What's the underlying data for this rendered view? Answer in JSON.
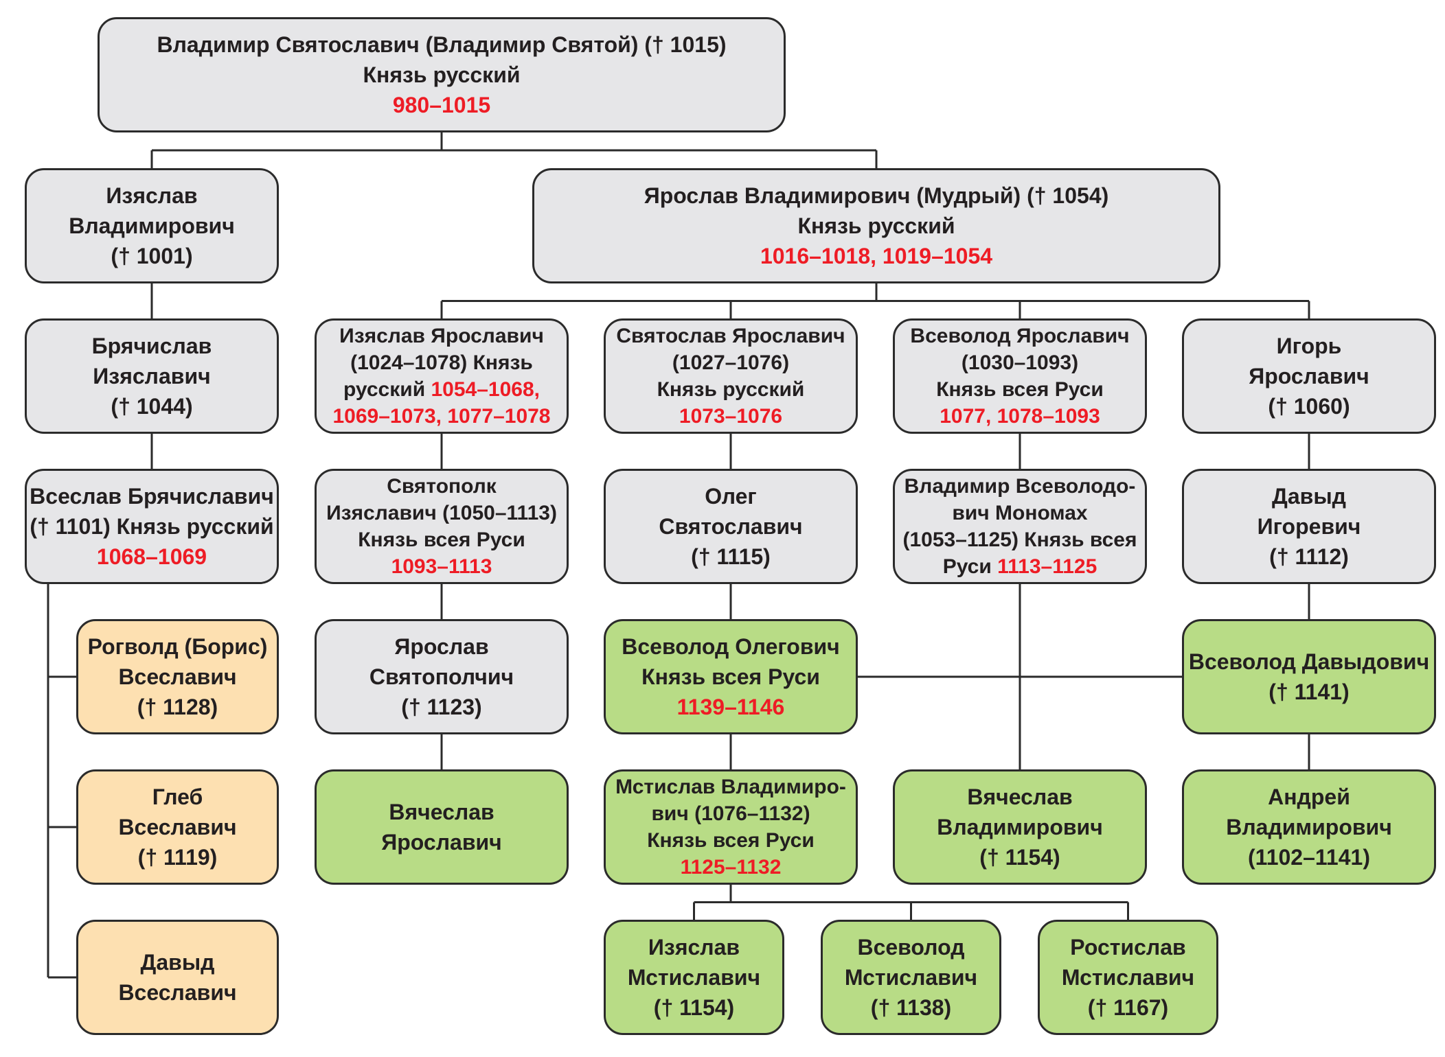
{
  "colors": {
    "gray_box": "#e6e6e8",
    "green_box": "#b8dc86",
    "orange_box": "#fde0b1",
    "border": "#2b2b2b",
    "dates_text": "#ee1c25",
    "text": "#231f20"
  },
  "nodes": [
    {
      "id": "vladimir-svyatoslavich",
      "color": "gray",
      "lines": [
        {
          "text": "Владимир Святославич (Владимир Святой) († 1015)"
        },
        {
          "text": "Князь русский"
        },
        {
          "text": "980–1015",
          "red": true
        }
      ]
    },
    {
      "id": "izyaslav-vladimirovich",
      "color": "gray",
      "lines": [
        {
          "text": "Изяслав"
        },
        {
          "text": "Владимирович"
        },
        {
          "text": "(† 1001)"
        }
      ]
    },
    {
      "id": "yaroslav-vladimirovich",
      "color": "gray",
      "lines": [
        {
          "text": "Ярослав Владимирович (Мудрый) († 1054)"
        },
        {
          "text": "Князь русский"
        },
        {
          "text": "1016–1018, 1019–1054",
          "red": true
        }
      ]
    },
    {
      "id": "bryachislav-izyaslavich",
      "color": "gray",
      "lines": [
        {
          "text": "Брячислав"
        },
        {
          "text": "Изяславич"
        },
        {
          "text": "(† 1044)"
        }
      ]
    },
    {
      "id": "izyaslav-yaroslavich",
      "color": "gray",
      "lines": [
        {
          "text": "Изяслав Ярославич"
        },
        {
          "text": "(1024–1078) Князь"
        },
        {
          "parts": [
            {
              "text": "русский "
            },
            {
              "text": "1054–1068,",
              "red": true
            }
          ]
        },
        {
          "text": "1069–1073, 1077–1078",
          "red": true
        }
      ]
    },
    {
      "id": "svyatoslav-yaroslavich",
      "color": "gray",
      "lines": [
        {
          "text": "Святослав Ярославич"
        },
        {
          "text": "(1027–1076)"
        },
        {
          "text": "Князь русский"
        },
        {
          "text": "1073–1076",
          "red": true
        }
      ]
    },
    {
      "id": "vsevolod-yaroslavich",
      "color": "gray",
      "lines": [
        {
          "text": "Всеволод Ярославич"
        },
        {
          "text": "(1030–1093)"
        },
        {
          "text": "Князь всея Руси"
        },
        {
          "text": "1077, 1078–1093",
          "red": true
        }
      ]
    },
    {
      "id": "igor-yaroslavich",
      "color": "gray",
      "lines": [
        {
          "text": "Игорь"
        },
        {
          "text": "Ярославич"
        },
        {
          "text": "(† 1060)"
        }
      ]
    },
    {
      "id": "vseslav-bryachislavich",
      "color": "gray",
      "lines": [
        {
          "text": "Всеслав Брячиславич"
        },
        {
          "text": "(† 1101) Князь русский"
        },
        {
          "text": "1068–1069",
          "red": true
        }
      ]
    },
    {
      "id": "svyatopolk-izyaslavich",
      "color": "gray",
      "lines": [
        {
          "text": "Святополк"
        },
        {
          "text": "Изяславич (1050–1113)"
        },
        {
          "text": "Князь всея Руси"
        },
        {
          "text": "1093–1113",
          "red": true
        }
      ]
    },
    {
      "id": "oleg-svyatoslavich",
      "color": "gray",
      "lines": [
        {
          "text": "Олег"
        },
        {
          "text": "Святославич"
        },
        {
          "text": "(† 1115)"
        }
      ]
    },
    {
      "id": "vladimir-monomakh",
      "color": "gray",
      "lines": [
        {
          "text": "Владимир Всеволодо-"
        },
        {
          "text": "вич Мономах"
        },
        {
          "text": "(1053–1125) Князь всея"
        },
        {
          "parts": [
            {
              "text": "Руси "
            },
            {
              "text": "1113–1125",
              "red": true
            }
          ]
        }
      ]
    },
    {
      "id": "david-igorevich",
      "color": "gray",
      "lines": [
        {
          "text": "Давыд"
        },
        {
          "text": "Игоревич"
        },
        {
          "text": "(† 1112)"
        }
      ]
    },
    {
      "id": "rogvold-vseslavich",
      "color": "orange",
      "lines": [
        {
          "text": "Рогволд (Борис)"
        },
        {
          "text": "Всеславич"
        },
        {
          "text": "(† 1128)"
        }
      ]
    },
    {
      "id": "yaroslav-svyatopolchich",
      "color": "gray",
      "lines": [
        {
          "text": "Ярослав"
        },
        {
          "text": "Святополчич"
        },
        {
          "text": "(† 1123)"
        }
      ]
    },
    {
      "id": "vsevolod-olegovich",
      "color": "green",
      "lines": [
        {
          "text": "Всеволод Олегович"
        },
        {
          "text": "Князь всея Руси"
        },
        {
          "text": "1139–1146",
          "red": true
        }
      ]
    },
    {
      "id": "vsevolod-davydovich",
      "color": "green",
      "lines": [
        {
          "text": "Всеволод Давыдович"
        },
        {
          "text": "(† 1141)"
        }
      ]
    },
    {
      "id": "gleb-vseslavich",
      "color": "orange",
      "lines": [
        {
          "text": "Глеб"
        },
        {
          "text": "Всеславич"
        },
        {
          "text": "(† 1119)"
        }
      ]
    },
    {
      "id": "vyacheslav-yaroslavich",
      "color": "green",
      "lines": [
        {
          "text": "Вячеслав"
        },
        {
          "text": "Ярославич"
        }
      ]
    },
    {
      "id": "mstislav-vladimirovich",
      "color": "green",
      "lines": [
        {
          "text": "Мстислав  Владимиро-"
        },
        {
          "text": "вич (1076–1132)"
        },
        {
          "text": "Князь всея Руси"
        },
        {
          "text": "1125–1132",
          "red": true
        }
      ]
    },
    {
      "id": "vyacheslav-vladimirovich",
      "color": "green",
      "lines": [
        {
          "text": "Вячеслав"
        },
        {
          "text": "Владимирович"
        },
        {
          "text": "(† 1154)"
        }
      ]
    },
    {
      "id": "andrey-vladimirovich",
      "color": "green",
      "lines": [
        {
          "text": "Андрей"
        },
        {
          "text": "Владимирович"
        },
        {
          "text": "(1102–1141)"
        }
      ]
    },
    {
      "id": "david-vseslavich",
      "color": "orange",
      "lines": [
        {
          "text": "Давыд"
        },
        {
          "text": "Всеславич"
        }
      ]
    },
    {
      "id": "izyaslav-mstislavich",
      "color": "green",
      "lines": [
        {
          "text": "Изяслав"
        },
        {
          "text": "Мстиславич"
        },
        {
          "text": "(† 1154)"
        }
      ]
    },
    {
      "id": "vsevolod-mstislavich",
      "color": "green",
      "lines": [
        {
          "text": "Всеволод"
        },
        {
          "text": "Мстиславич"
        },
        {
          "text": "(† 1138)"
        }
      ]
    },
    {
      "id": "rostislav-mstislavich",
      "color": "green",
      "lines": [
        {
          "text": "Ростислав"
        },
        {
          "text": "Мстиславич"
        },
        {
          "text": "(† 1167)"
        }
      ]
    }
  ],
  "edges": [
    {
      "parent": "vladimir-svyatoslavich",
      "children": [
        "izyaslav-vladimirovich",
        "yaroslav-vladimirovich"
      ]
    },
    {
      "parent": "izyaslav-vladimirovich",
      "children": [
        "bryachislav-izyaslavich"
      ]
    },
    {
      "parent": "bryachislav-izyaslavich",
      "children": [
        "vseslav-bryachislavich"
      ]
    },
    {
      "parent": "vseslav-bryachislavich",
      "children": [
        "rogvold-vseslavich",
        "gleb-vseslavich",
        "david-vseslavich"
      ]
    },
    {
      "parent": "yaroslav-vladimirovich",
      "children": [
        "izyaslav-yaroslavich",
        "svyatoslav-yaroslavich",
        "vsevolod-yaroslavich",
        "igor-yaroslavich"
      ]
    },
    {
      "parent": "izyaslav-yaroslavich",
      "children": [
        "svyatopolk-izyaslavich"
      ]
    },
    {
      "parent": "svyatopolk-izyaslavich",
      "children": [
        "yaroslav-svyatopolchich"
      ]
    },
    {
      "parent": "yaroslav-svyatopolchich",
      "children": [
        "vyacheslav-yaroslavich"
      ]
    },
    {
      "parent": "svyatoslav-yaroslavich",
      "children": [
        "oleg-svyatoslavich"
      ]
    },
    {
      "parent": "oleg-svyatoslavich",
      "children": [
        "vsevolod-olegovich"
      ]
    },
    {
      "parent": "vsevolod-yaroslavich",
      "children": [
        "vladimir-monomakh"
      ]
    },
    {
      "parent": "vladimir-monomakh",
      "children": [
        "mstislav-vladimirovich",
        "vyacheslav-vladimirovich",
        "andrey-vladimirovich"
      ]
    },
    {
      "parent": "mstislav-vladimirovich",
      "children": [
        "izyaslav-mstislavich",
        "vsevolod-mstislavich",
        "rostislav-mstislavich"
      ]
    },
    {
      "parent": "igor-yaroslavich",
      "children": [
        "david-igorevich"
      ]
    },
    {
      "parent": "david-igorevich",
      "children": [
        "vsevolod-davydovich"
      ]
    }
  ]
}
